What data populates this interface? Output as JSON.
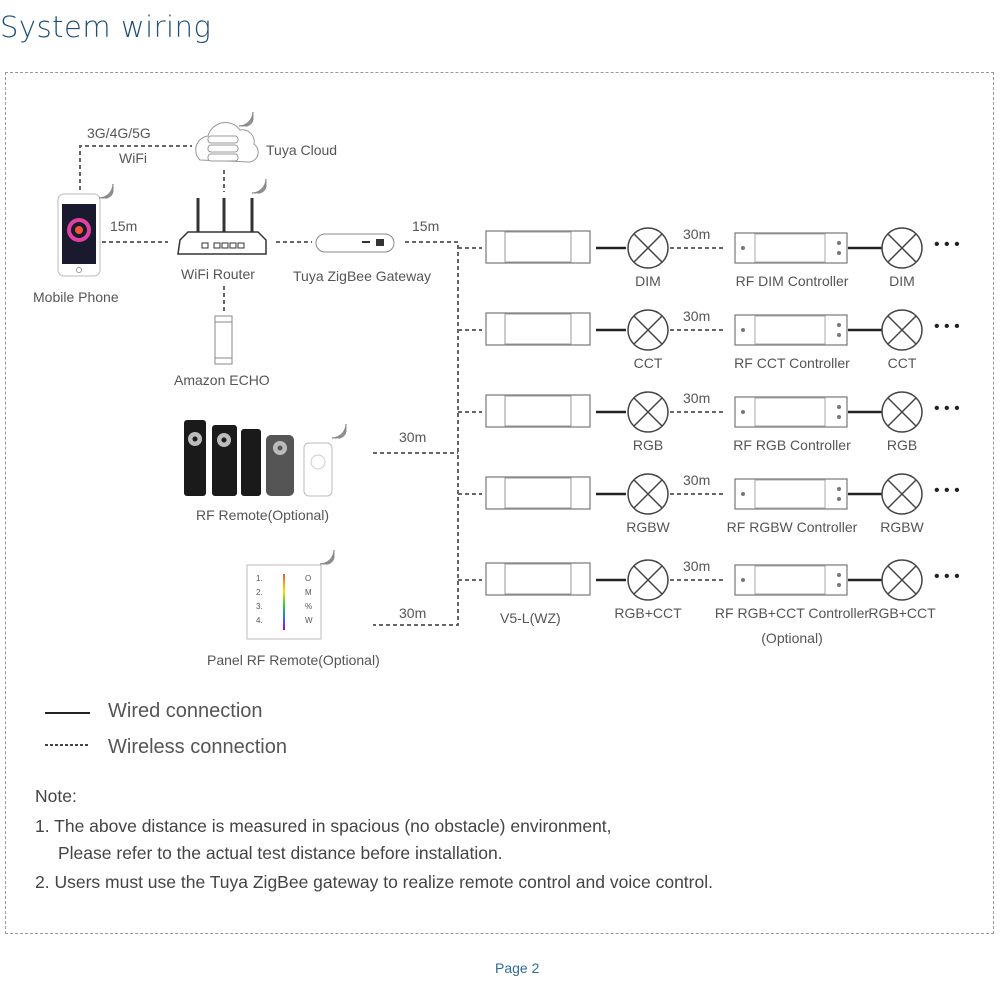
{
  "title": "System wiring",
  "nodes": {
    "mobile_phone": "Mobile Phone",
    "network_label_line1": "3G/4G/5G",
    "network_label_line2": "WiFi",
    "tuya_cloud": "Tuya Cloud",
    "wifi_router": "WiFi Router",
    "zigbee_gateway": "Tuya ZigBee Gateway",
    "amazon_echo": "Amazon ECHO",
    "rf_remote": "RF Remote(Optional)",
    "panel_rf_remote": "Panel RF Remote(Optional)",
    "receiver_model": "V5-L(WZ)"
  },
  "distances": {
    "phone_router": "15m",
    "gateway_receivers": "15m",
    "rf_remote": "30m",
    "panel_remote": "30m"
  },
  "panel_remote_keys": {
    "left": [
      "1.",
      "2.",
      "3.",
      "4."
    ],
    "right": [
      "O",
      "M",
      "%",
      "W"
    ]
  },
  "rows": [
    {
      "lamp": "DIM",
      "distance": "30m",
      "controller": "RF DIM Controller",
      "controller_sub": "",
      "lamp2": "DIM"
    },
    {
      "lamp": "CCT",
      "distance": "30m",
      "controller": "RF CCT Controller",
      "controller_sub": "",
      "lamp2": "CCT"
    },
    {
      "lamp": "RGB",
      "distance": "30m",
      "controller": "RF RGB Controller",
      "controller_sub": "",
      "lamp2": "RGB"
    },
    {
      "lamp": "RGBW",
      "distance": "30m",
      "controller": "RF RGBW Controller",
      "controller_sub": "",
      "lamp2": "RGBW"
    },
    {
      "lamp": "RGB+CCT",
      "distance": "30m",
      "controller": "RF RGB+CCT Controller",
      "controller_sub": "(Optional)",
      "lamp2": "RGB+CCT"
    }
  ],
  "continuation": "• • •",
  "legend": {
    "wired": "Wired connection",
    "wireless": "Wireless connection"
  },
  "notes": {
    "heading": "Note:",
    "items": [
      "1. The above distance is measured in spacious (no obstacle) environment,",
      "Please refer to the actual test distance before installation.",
      "2. Users must use the Tuya ZigBee gateway to realize remote control and voice control."
    ]
  },
  "page": "Page 2",
  "colors": {
    "title": "#1f4e79",
    "page": "#2c6aa0",
    "line": "#555555",
    "wired": "#222222"
  }
}
